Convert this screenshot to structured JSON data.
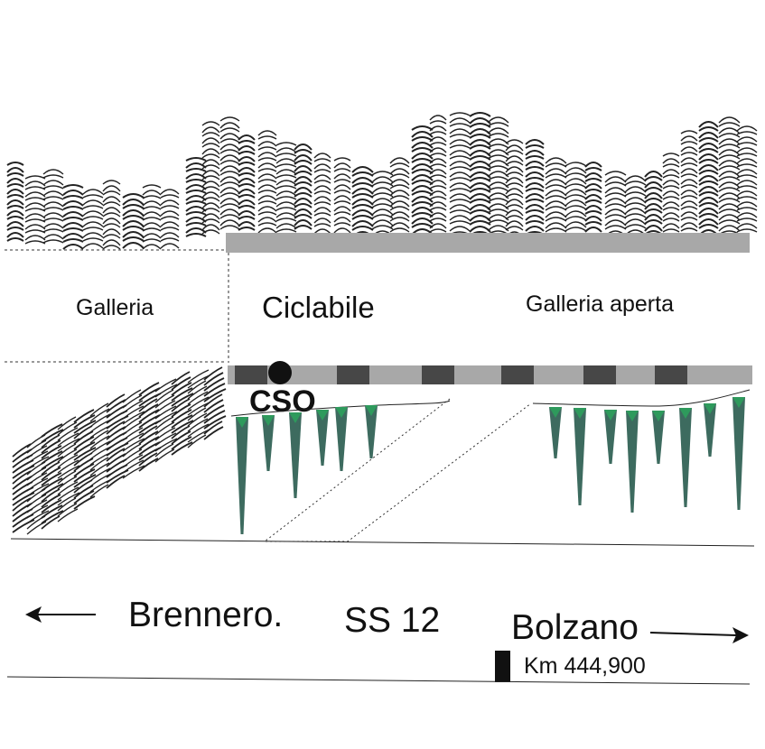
{
  "labels": {
    "galleria": "Galleria",
    "ciclabile": "Ciclabile",
    "galleria_aperta": "Galleria aperta",
    "cso": "CSO",
    "brennero": "Brennero.",
    "road": "SS 12",
    "bolzano": "Bolzano",
    "km": "Km 444,900"
  },
  "colors": {
    "rock_hatch": "#222222",
    "slab_grey": "#a8a8a8",
    "slab_dark": "#474747",
    "pile": "#3d6b5f",
    "pile_head": "#2e9a5c",
    "line": "#222222"
  },
  "icons": {
    "arrow_left": "arrow-left-icon",
    "arrow_right": "arrow-right-icon",
    "cso_marker": "filled-circle-icon",
    "km_marker": "black-post-icon"
  }
}
